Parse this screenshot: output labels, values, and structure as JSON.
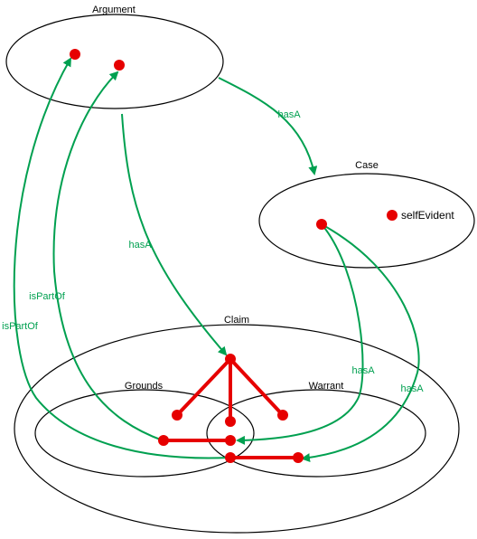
{
  "sets": {
    "argument": "Argument",
    "case": "Case",
    "claim": "Claim",
    "grounds": "Grounds",
    "warrant": "Warrant"
  },
  "nodes": {
    "self_evident": "selfEvident"
  },
  "edges": {
    "argument_to_case": "hasA",
    "argument_to_claim": "hasA",
    "case_to_claim_1": "hasA",
    "case_to_claim_2": "hasA",
    "grounds_to_argument_1": "isPartOf",
    "grounds_to_argument_2": "isPartOf"
  },
  "colors": {
    "edge": "#00a050",
    "node": "#e60000",
    "outline": "#000000"
  }
}
